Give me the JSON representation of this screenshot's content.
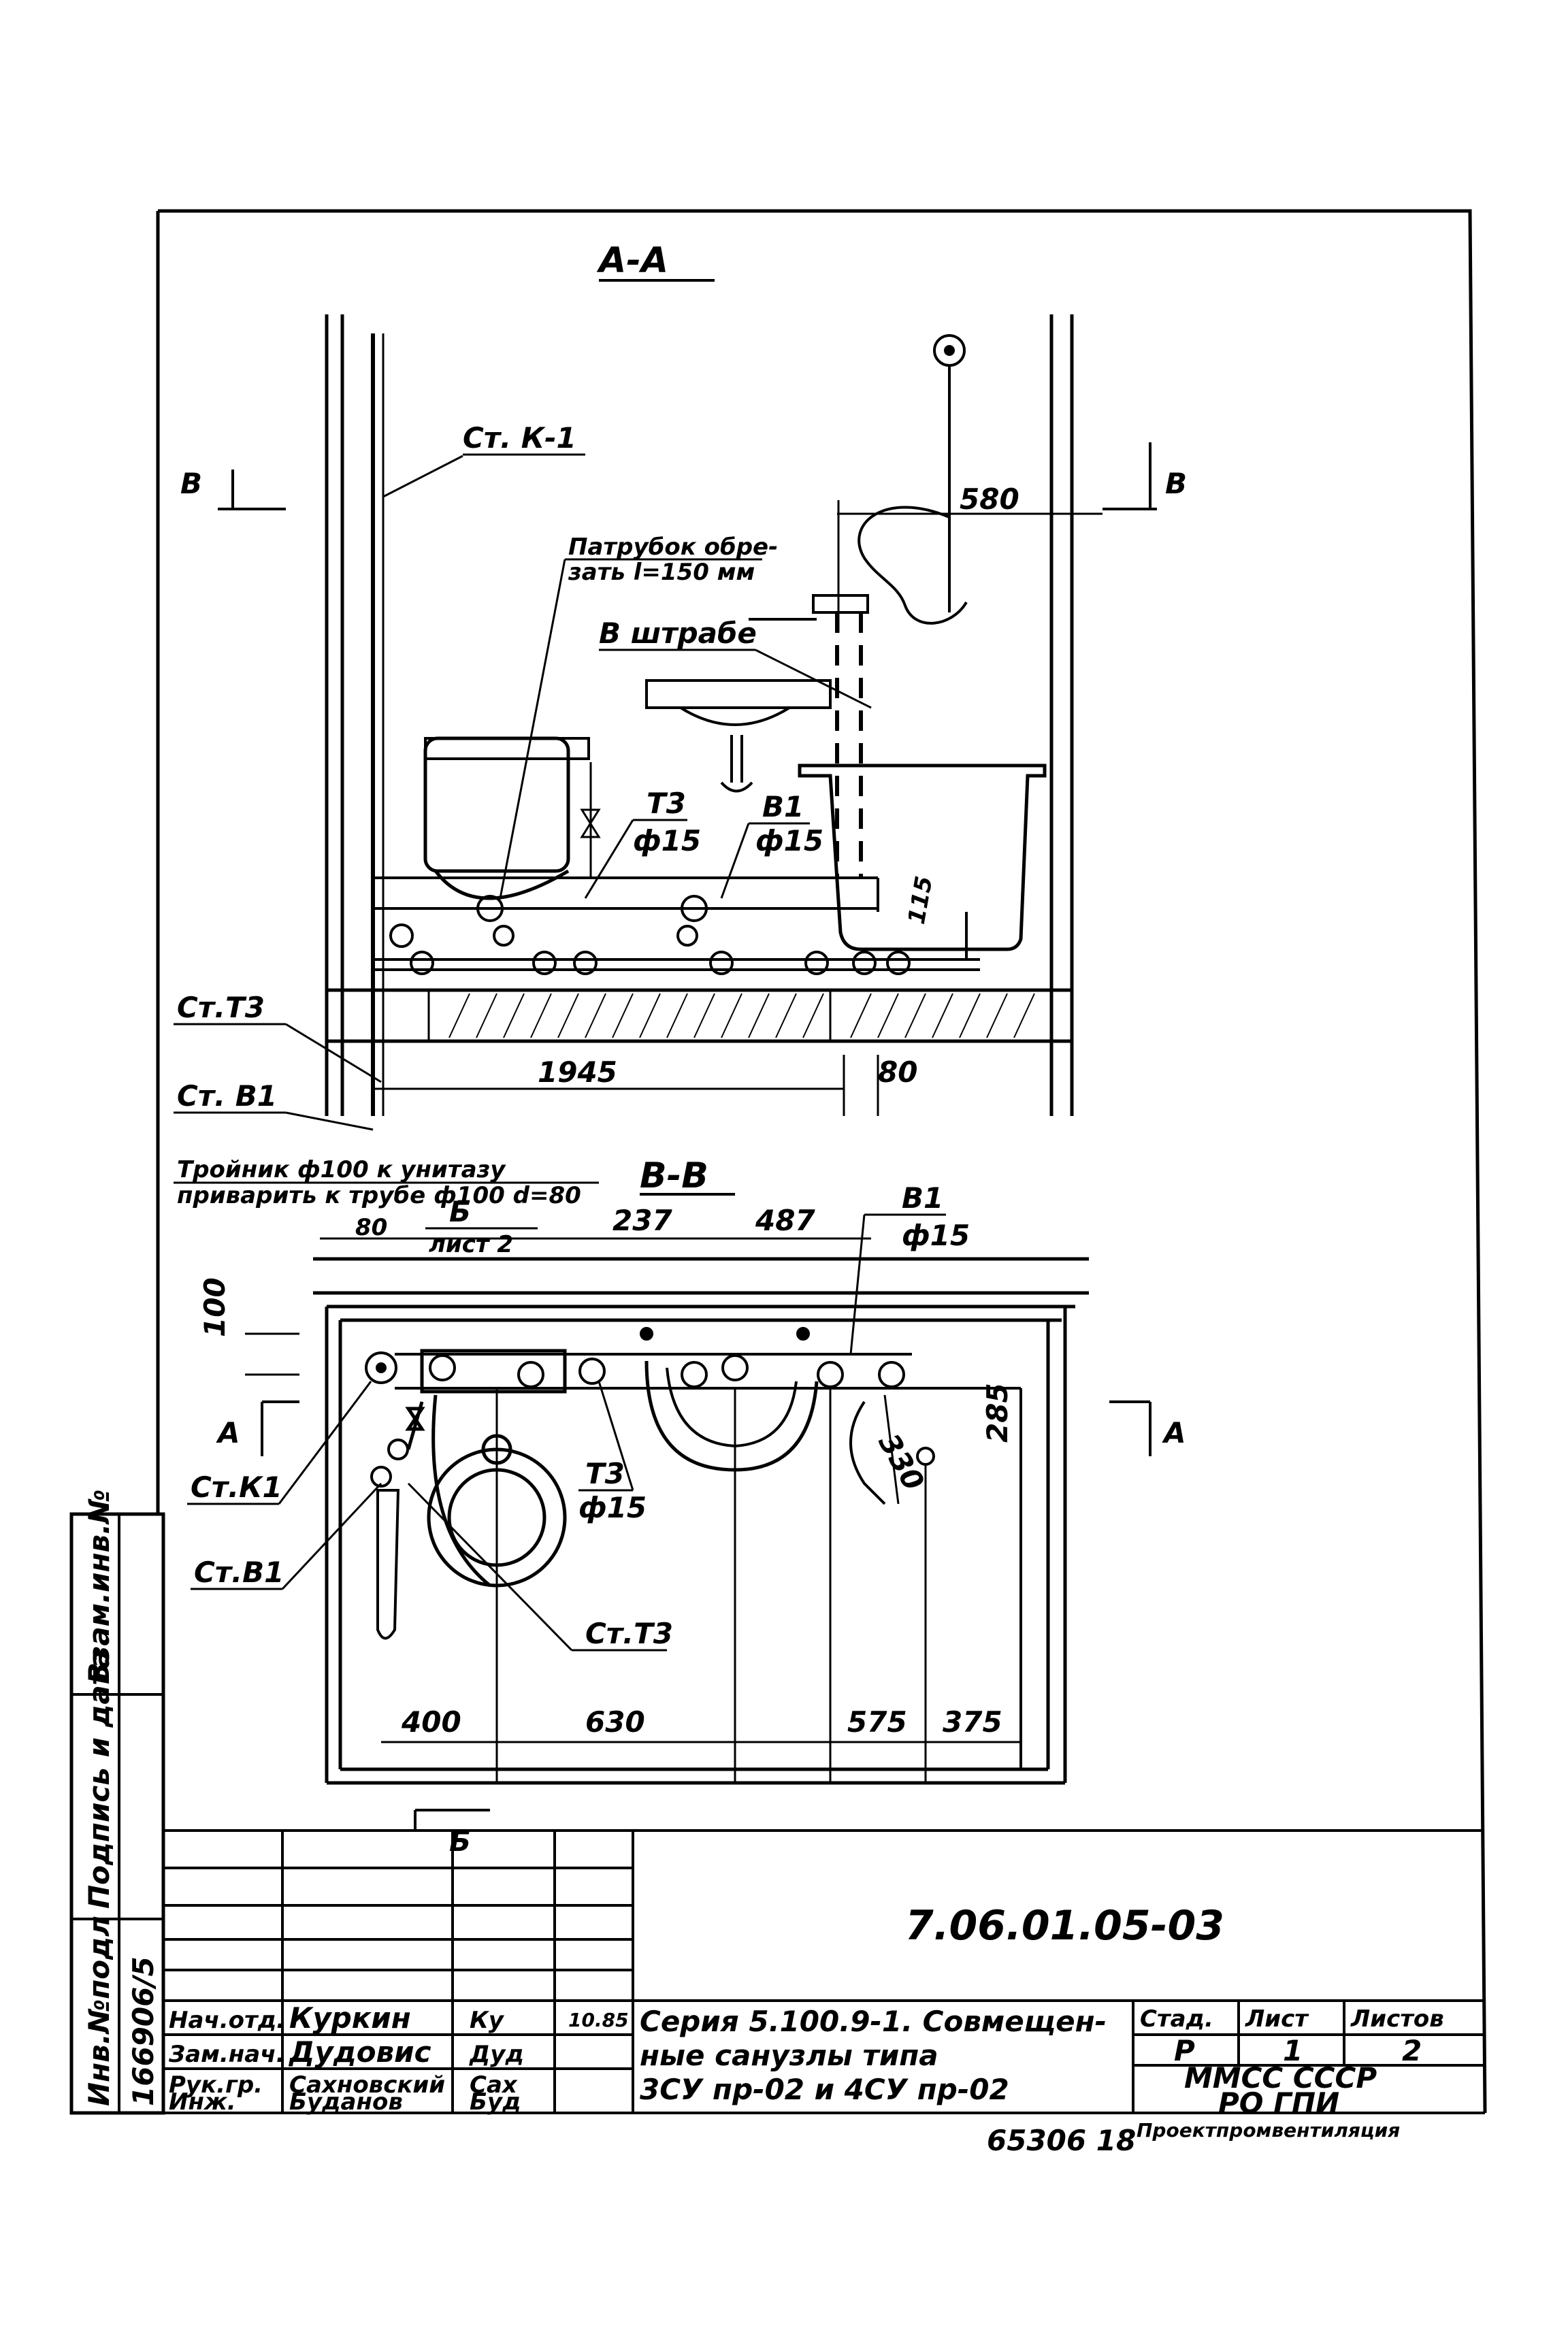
{
  "section_top": {
    "title": "А-А"
  },
  "section_bottom": {
    "title": "В-В"
  },
  "cut_markers": {
    "b_left": "В",
    "b_right": "В",
    "a_left": "А",
    "a_right": "А",
    "bottom": "Б"
  },
  "labels": {
    "st_k1_top": "Ст. К-1",
    "nozzle_note_1": "Патрубок обре-",
    "nozzle_note_2": "зать l=150 мм",
    "in_wall": "В штрабе",
    "t3_top": "Т3",
    "t3_top_dia": "ф15",
    "b1_top": "В1",
    "b1_top_dia": "ф15",
    "st_t3_left": "Ст.Т3",
    "st_b1_left": "Ст. В1",
    "tee_note_1": "Тройник ф100 к унитазу",
    "tee_note_2": "приварить к трубе ф100 d=80",
    "b_sheet_1": "Б",
    "b_sheet_2": "лист 2",
    "b1_plan": "В1",
    "b1_plan_dia": "ф15",
    "st_k1_plan": "Ст.К1",
    "st_b1_plan": "Ст.В1",
    "t3_plan": "Т3",
    "t3_plan_dia": "ф15",
    "st_t3_plan": "Ст.Т3"
  },
  "dimensions": {
    "d580": "580",
    "d115": "115",
    "d1945": "1945",
    "d80a": "80",
    "d80b": "80",
    "d237": "237",
    "d487": "487",
    "d100": "100",
    "d330": "330",
    "d285": "285",
    "d400": "400",
    "d630": "630",
    "d575": "575",
    "d375": "375"
  },
  "side_stamp": {
    "inv_no": "Инв.№подл",
    "inv_value": "166906/5",
    "sign_date": "Подпись и дата",
    "replace_inv": "Взам.инв.№"
  },
  "title_block": {
    "doc_code": "7.06.01.05-03",
    "roles": [
      {
        "role": "Нач.отд.",
        "name": "Куркин",
        "sign": "Ку"
      },
      {
        "role": "Зам.нач.",
        "name": "Дудовис",
        "sign": "Дуд"
      },
      {
        "role": "Рук.гр.",
        "name": "Сахновский",
        "sign": "Сах"
      },
      {
        "role": "Инж.",
        "name": "Буданов",
        "sign": "Буд"
      }
    ],
    "date": "10.85",
    "description_1": "Серия 5.100.9-1. Совмещен-",
    "description_2": "ные санузлы типа",
    "description_3": "3СУ пр-02 и 4СУ пр-02",
    "stage_head": "Стад.",
    "sheet_head": "Лист",
    "sheets_head": "Листов",
    "stage": "Р",
    "sheet": "1",
    "sheets": "2",
    "org_1": "ММСС СССР",
    "org_2": "РО ГПИ",
    "org_3": "Проектпромвентиляция"
  },
  "footer_number": "65306 18"
}
